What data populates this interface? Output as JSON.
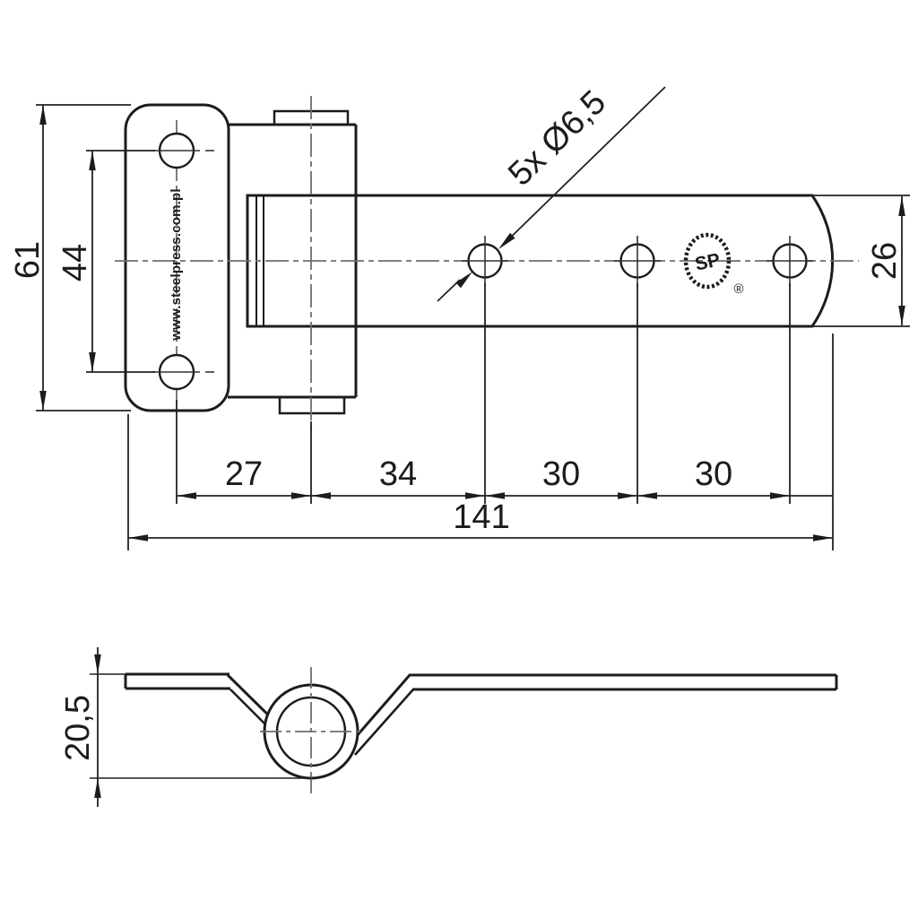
{
  "page": {
    "background": "#ffffff",
    "description": "Technical drawing of a T-strap hinge, top view and side profile view, dimensions in mm"
  },
  "colors": {
    "outline": "#1c1c1c",
    "dimension": "#222222",
    "centerline": "#6e6e6e",
    "background": "#ffffff"
  },
  "top_view": {
    "callout_holes": "5x Ø6,5",
    "dim_plate_height": "61",
    "dim_hole_spacing": "44",
    "dim_pivot_offset": "27",
    "dim_hole1": "34",
    "dim_hole2": "30",
    "dim_hole3": "30",
    "dim_total_length": "141",
    "dim_strap_width": "26",
    "plate_web_text": "www.steelpress.com.pl",
    "logo_text": "SP",
    "logo_registered": "®"
  },
  "side_view": {
    "dim_profile_height": "20,5"
  }
}
